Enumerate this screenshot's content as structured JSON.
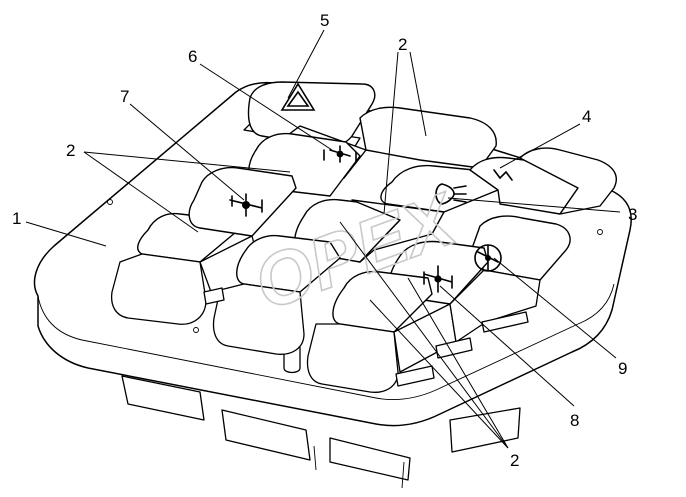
{
  "callouts": {
    "c1": "1",
    "c2a": "2",
    "c2b": "2",
    "c2c": "2",
    "c3": "3",
    "c4": "4",
    "c5": "5",
    "c6": "6",
    "c7": "7",
    "c8": "8",
    "c9": "9"
  },
  "watermark": "OPEX",
  "icons": {
    "hazard": "hazard-triangle-icon",
    "diff_lock_axle": "differential-lock-icon",
    "diff_lock_center": "center-differential-lock-icon",
    "rear_fog": "rear-fog-light-icon",
    "wheel_drive": "all-wheel-drive-icon",
    "wheel_drive_alt": "cross-axle-lock-icon"
  }
}
